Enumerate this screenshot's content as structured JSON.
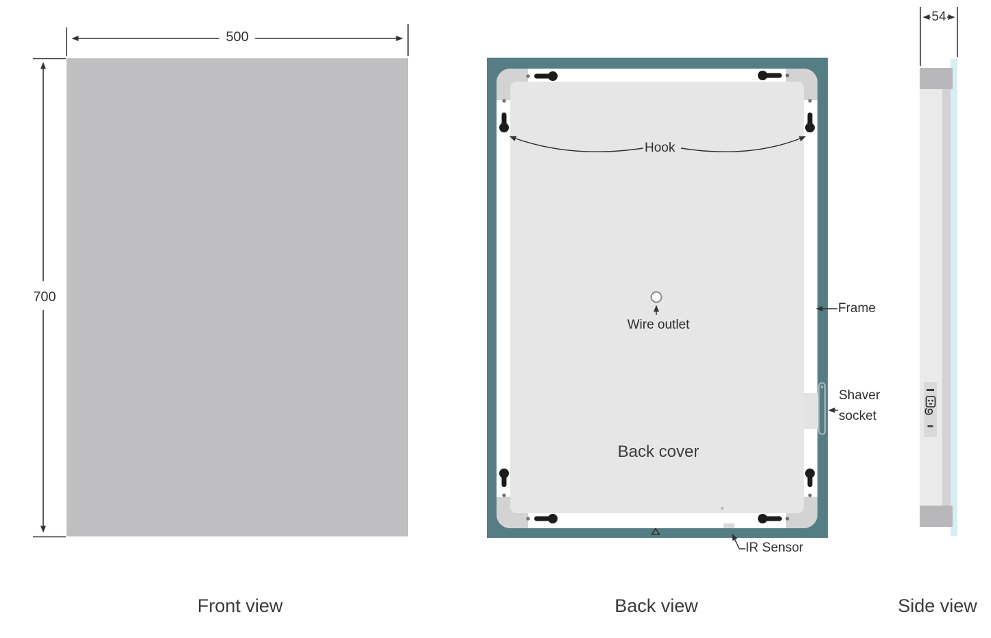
{
  "front_view": {
    "caption": "Front view",
    "width_label": "500",
    "height_label": "700"
  },
  "back_view": {
    "caption": "Back view",
    "hook_label": "Hook",
    "wire_outlet_label": "Wire outlet",
    "frame_label": "Frame",
    "shaver_line1": "Shaver",
    "shaver_line2": "socket",
    "back_cover_label": "Back cover",
    "ir_sensor_label": "IR Sensor"
  },
  "side_view": {
    "caption": "Side view",
    "depth_label": "54"
  },
  "colors": {
    "frame_teal": "#557d84",
    "mirror_gray": "#bfbfc1",
    "glass_blue": "#d6edf3",
    "back_cover_gray": "#e6e6e6",
    "line_dark": "#3a3a3a"
  }
}
